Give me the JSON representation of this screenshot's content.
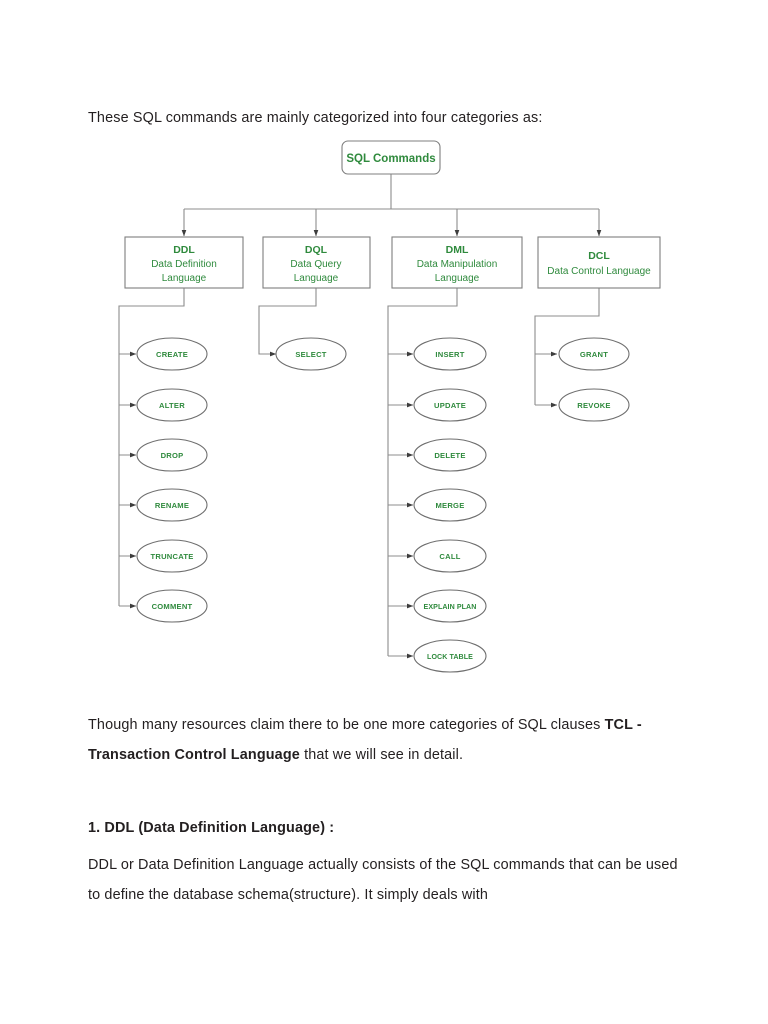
{
  "document": {
    "intro_paragraph": "These SQL commands are mainly categorized into four categories as:",
    "tcl_paragraph": {
      "lead": "Though many resources claim there to be one more categories of SQL clauses ",
      "bold": "TCL - Transaction Control Language",
      "tail": " that we will see in detail."
    },
    "ddl_heading": "1. DDL (Data Definition Language) :",
    "ddl_paragraph": "DDL or Data Definition Language actually consists of the SQL commands that can be used to define the database schema(structure). It simply deals with"
  },
  "diagram": {
    "type": "tree",
    "title": "SQL Commands categorization",
    "colors": {
      "text_green": "#2f8a3d",
      "box_border": "#7f7f7f",
      "connector": "#8c8c8c",
      "background": "#ffffff"
    },
    "root": {
      "label": "SQL Commands",
      "shape": "rounded-rectangle"
    },
    "categories": [
      {
        "abbr": "DDL",
        "name_lines": [
          "Data Definition",
          "Language"
        ],
        "full_name": "Data Definition Language",
        "commands": [
          "CREATE",
          "ALTER",
          "DROP",
          "RENAME",
          "TRUNCATE",
          "COMMENT"
        ]
      },
      {
        "abbr": "DQL",
        "name_lines": [
          "Data Query",
          "Language"
        ],
        "full_name": "Data Query Language",
        "commands": [
          "SELECT"
        ]
      },
      {
        "abbr": "DML",
        "name_lines": [
          "Data Manipulation",
          "Language"
        ],
        "full_name": "Data Manipulation Language",
        "commands": [
          "INSERT",
          "UPDATE",
          "DELETE",
          "MERGE",
          "CALL",
          "EXPLAIN PLAN",
          "LOCK TABLE"
        ]
      },
      {
        "abbr": "DCL",
        "name_lines": [
          "Data Control Language"
        ],
        "full_name": "Data Control Language",
        "commands": [
          "GRANT",
          "REVOKE"
        ]
      }
    ]
  }
}
